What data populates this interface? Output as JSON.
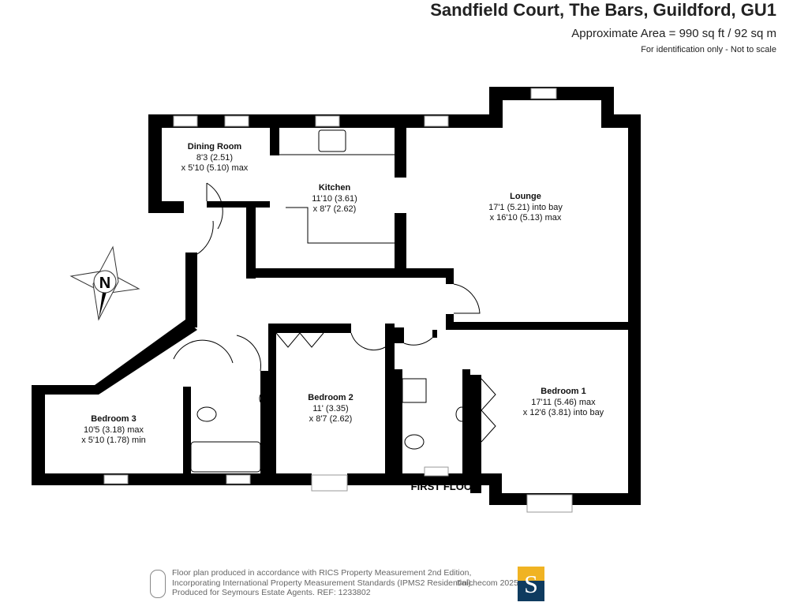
{
  "header": {
    "title": "Sandfield Court, The Bars, Guildford, GU1",
    "area": "Approximate Area = 990 sq ft / 92 sq m",
    "note": "For identification only - Not to scale"
  },
  "rooms": [
    {
      "name": "Dining Room",
      "dim1": "8'3 (2.51)",
      "dim2": "x 5'10 (5.10) max"
    },
    {
      "name": "Kitchen",
      "dim1": "11'10 (3.61)",
      "dim2": "x 8'7 (2.62)"
    },
    {
      "name": "Lounge",
      "dim1": "17'1 (5.21) into bay",
      "dim2": "x 16'10 (5.13) max"
    },
    {
      "name": "Bedroom 2",
      "dim1": "11' (3.35)",
      "dim2": "x 8'7 (2.62)"
    },
    {
      "name": "Bedroom 1",
      "dim1": "17'11 (5.46) max",
      "dim2": "x 12'6 (3.81) into bay"
    },
    {
      "name": "Bedroom 3",
      "dim1": "10'5 (3.18) max",
      "dim2": "x 5'10 (1.78) min"
    }
  ],
  "floor_label": "FIRST FLOOR",
  "compass": "N",
  "footer": {
    "line1": "Floor plan produced in accordance with RICS Property Measurement 2nd Edition,",
    "line2": "Incorporating International Property Measurement Standards (IPMS2 Residential).",
    "line3": "Produced for Seymours Estate Agents.   REF: 1233802",
    "copyright": "©nichecom 2025.",
    "logo_letter": "S"
  },
  "colors": {
    "logo_top": "#f0b323",
    "logo_bottom": "#0f3b5f"
  }
}
